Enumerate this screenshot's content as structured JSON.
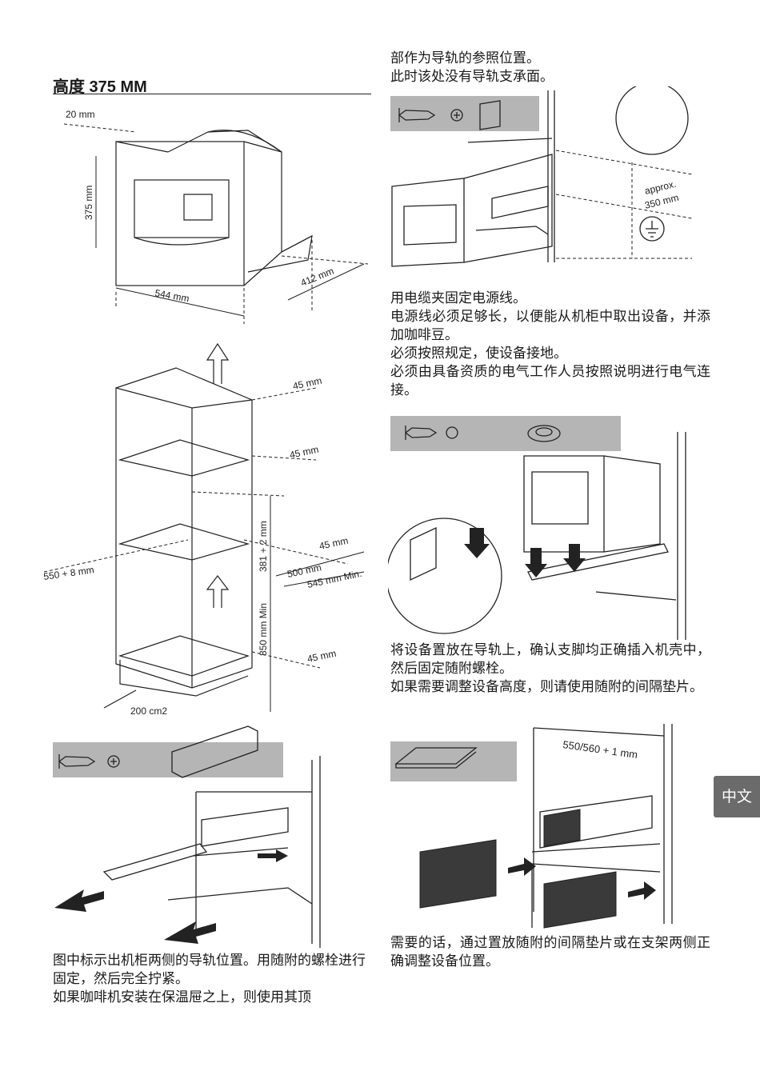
{
  "section": {
    "title": "高度 375 MM"
  },
  "dimensions": {
    "top": {
      "d1": "20 mm",
      "d2": "375 mm",
      "d3": "544 mm",
      "d4": "412 mm"
    },
    "cabinet": {
      "d1": "45 mm",
      "d2": "45 mm",
      "d3": "45 mm",
      "d4": "500 mm",
      "d5": "545 mm Min.",
      "d6": "550 + 8 mm",
      "d7": "381 + 2 mm",
      "d8": "850 mm Min",
      "d9": "45 mm",
      "d10": "200 cm2"
    },
    "cable": {
      "approx": "approx.",
      "height": "350 mm"
    },
    "spacer": {
      "width": "550/560 + 1 mm"
    }
  },
  "left_column": {
    "para1": "图中标示出机柜两侧的导轨位置。用随附的螺栓进行固定，然后完全拧紧。",
    "para2": "如果咖啡机安装在保温屉之上，则使用其顶"
  },
  "right_column": {
    "intro_line1": "部作为导轨的参照位置。",
    "intro_line2": "此时该处没有导轨支承面。",
    "block2_line1": "用电缆夹固定电源线。",
    "block2_line2": "电源线必须足够长，以便能从机柜中取出设备，并添加咖啡豆。",
    "block2_line3": "必须按照规定，使设备接地。",
    "block2_line4": "必须由具备资质的电气工作人员按照说明进行电气连接。",
    "block3_line1": "将设备置放在导轨上，确认支脚均正确插入机壳中，然后固定随附螺栓。",
    "block3_line2": "如果需要调整设备高度，则请使用随附的间隔垫片。",
    "block4_line1": "需要的话，通过置放随附的间隔垫片或在支架两侧正确调整设备位置。"
  },
  "language_tab": "中文",
  "colors": {
    "toolbar_gray": "#b5b5b5",
    "tab_gray": "#6b6b6b"
  }
}
